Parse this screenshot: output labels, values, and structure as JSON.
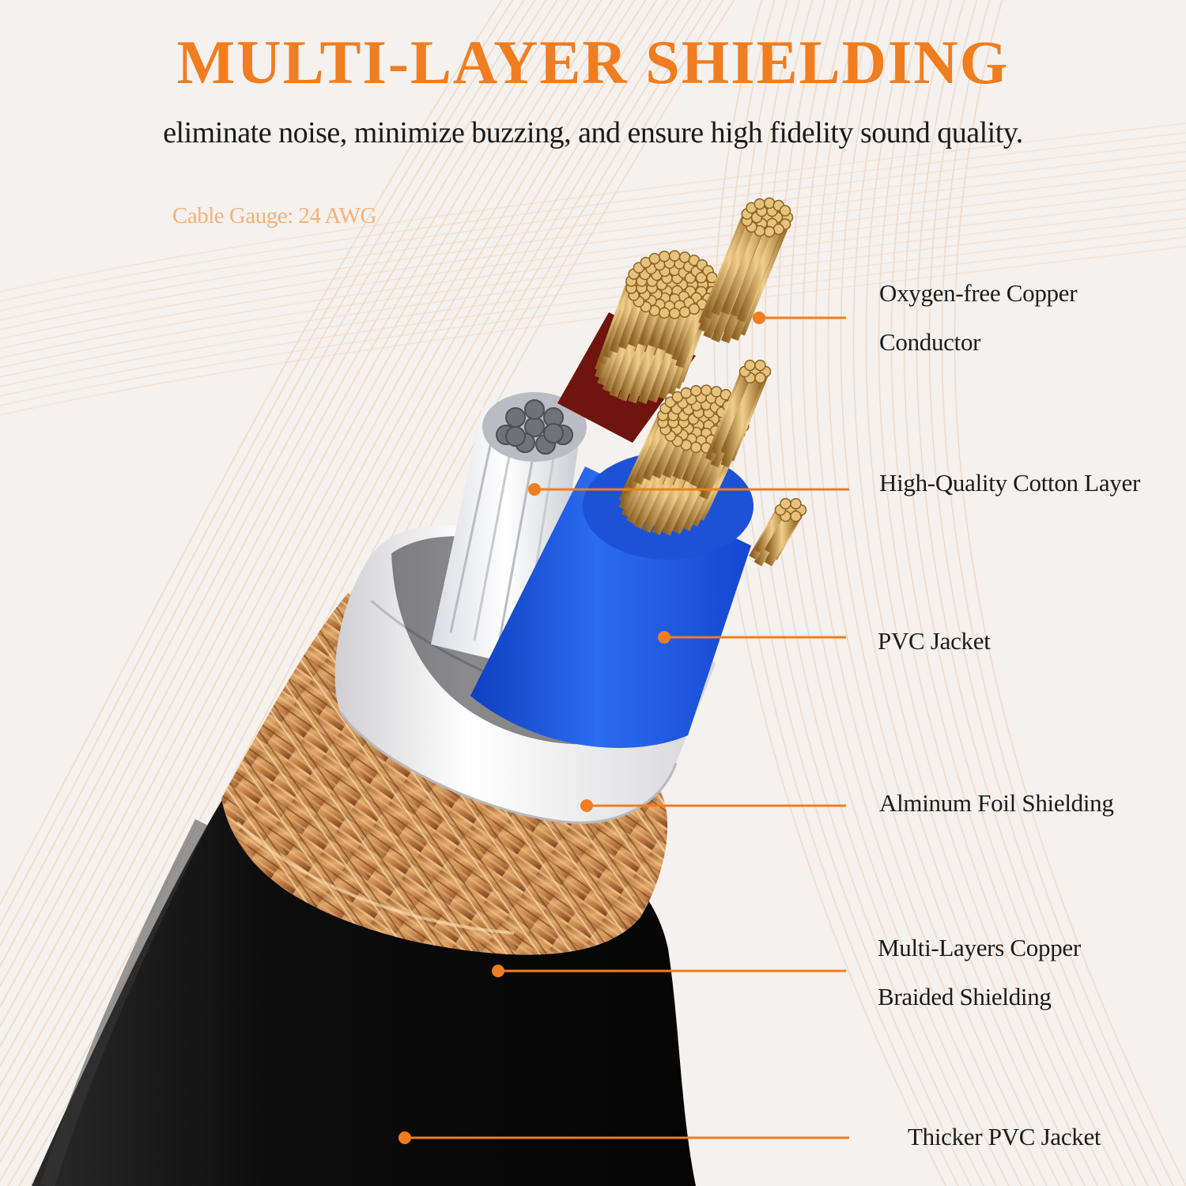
{
  "title": "MULTI-LAYER SHIELDING",
  "subtitle": "eliminate noise, minimize buzzing, and ensure high fidelity sound quality.",
  "gauge": "Cable Gauge: 24 AWG",
  "colors": {
    "accent": "#f07d1f",
    "gauge_text": "#f3b27a",
    "text": "#1b1b1b",
    "background": "#f4f1ee",
    "jacket": "#121212",
    "braid": "#c98a4e",
    "foil": "#e9e9ea",
    "inner_jacket": "#1e5be8",
    "copper": "#d2a55a",
    "insulation_red": "#7a1a12"
  },
  "labels": [
    {
      "id": "conductor",
      "line1": "Oxygen-free Copper",
      "line2": "Conductor"
    },
    {
      "id": "cotton",
      "line1": "High-Quality Cotton Layer",
      "line2": ""
    },
    {
      "id": "pvc",
      "line1": "PVC Jacket",
      "line2": ""
    },
    {
      "id": "foil",
      "line1": "Alminum Foil Shielding",
      "line2": ""
    },
    {
      "id": "braid",
      "line1": "Multi-Layers Copper",
      "line2": "Braided Shielding"
    },
    {
      "id": "outer",
      "line1": "Thicker PVC Jacket",
      "line2": ""
    }
  ]
}
